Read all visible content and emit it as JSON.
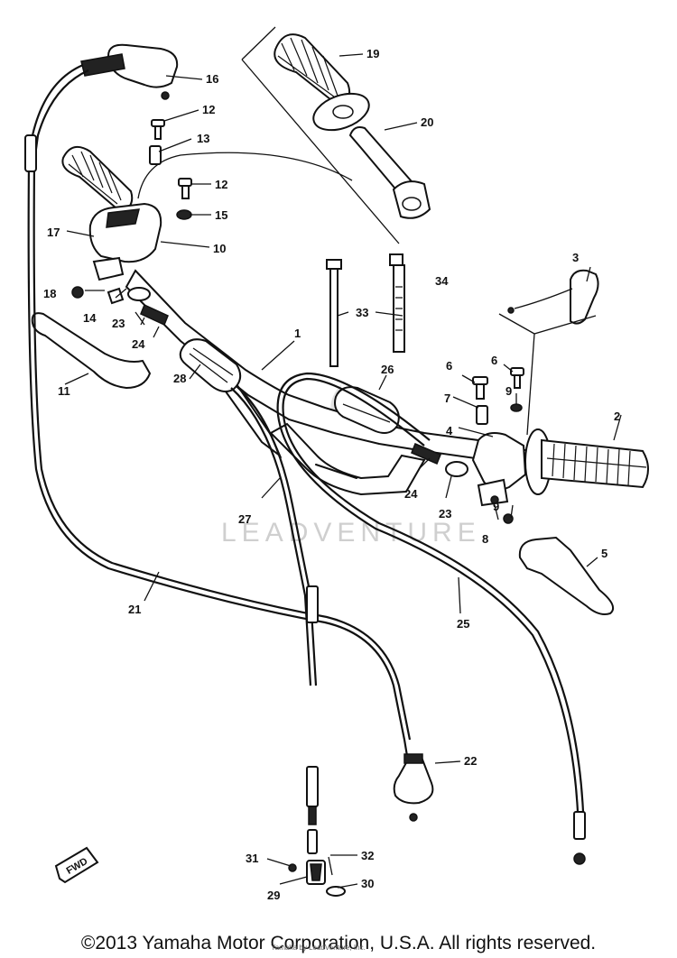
{
  "diagram": {
    "watermark": "LEADVENTURE",
    "direction_marker": "FWD",
    "callouts": [
      "1",
      "2",
      "3",
      "4",
      "5",
      "6",
      "6",
      "7",
      "8",
      "9",
      "10",
      "11",
      "12",
      "12",
      "13",
      "14",
      "15",
      "16",
      "17",
      "18",
      "19",
      "20",
      "21",
      "22",
      "23",
      "23",
      "24",
      "24",
      "25",
      "26",
      "27",
      "28",
      "29",
      "30",
      "31",
      "32",
      "33",
      "34"
    ]
  },
  "footer": {
    "copyright": "©2013 Yamaha Motor Corporation, U.S.A. All rights reserved.",
    "sub": "Yamaha by LeadVenture, Inc."
  }
}
